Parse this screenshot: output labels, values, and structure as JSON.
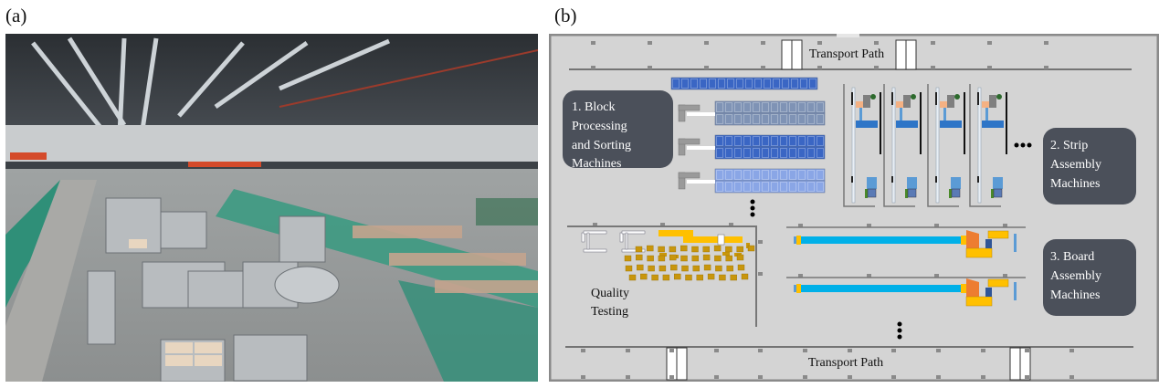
{
  "panels": {
    "a": {
      "label": "(a)",
      "content": "Photograph of factory floor with production machines, conveyors, robots and green walkways"
    },
    "b": {
      "label": "(b)",
      "title": "Factory layout diagram",
      "transport_path_top": "Transport Path",
      "transport_path_bottom": "Transport Path",
      "zones": [
        {
          "id": "block",
          "lines": [
            "1. Block",
            "Processing",
            "and Sorting",
            "Machines"
          ]
        },
        {
          "id": "strip",
          "lines": [
            "2. Strip",
            "Assembly",
            "Machines"
          ]
        },
        {
          "id": "board",
          "lines": [
            "3. Board",
            "Assembly",
            "Machines"
          ]
        }
      ],
      "quality_testing": [
        "Quality",
        "Testing"
      ],
      "block_rows": 4,
      "strip_machines_shown": 4,
      "board_lines_shown": 2,
      "quality_boxes_rows": [
        11,
        11,
        11,
        11
      ],
      "ellipsis": "•••"
    }
  },
  "colors": {
    "floor": "#d3d3d3",
    "wall": "#8a8a8a",
    "label_box": "#4b505a",
    "label_text": "#ffffff",
    "blue_dark": "#3a66c4",
    "blue_grey": "#7f93b5",
    "blue_light": "#8aa6e6",
    "cyan": "#00b0e8",
    "yellow": "#ffc000",
    "orange": "#ed7d31",
    "gold": "#c8960c",
    "green": "#4a8a2a"
  }
}
